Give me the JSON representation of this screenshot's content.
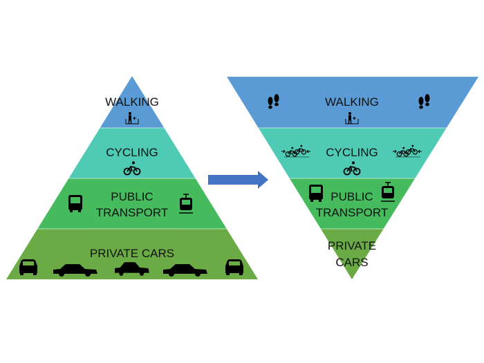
{
  "colors": {
    "walking": "#5b9bd5",
    "cycling": "#4fcab4",
    "public_transport": "#45bb5e",
    "private_cars": "#6aab46",
    "arrow": "#4472c4"
  },
  "left_pyramid": {
    "walking": "WALKING",
    "cycling": "CYCLING",
    "public_line1": "PUBLIC",
    "public_line2": "TRANSPORT",
    "cars": "PRIVATE CARS"
  },
  "right_pyramid": {
    "walking": "WALKING",
    "cycling": "CYCLING",
    "public_line1": "PUBLIC",
    "public_line2": "TRANSPORT",
    "cars_line1": "PRIVATE",
    "cars_line2": "CARS"
  },
  "icons": [
    "pedestrian-icon",
    "footprints-icon",
    "bicycle-icon",
    "cyclists-icon",
    "bus-icon",
    "tram-icon",
    "car-icon"
  ]
}
